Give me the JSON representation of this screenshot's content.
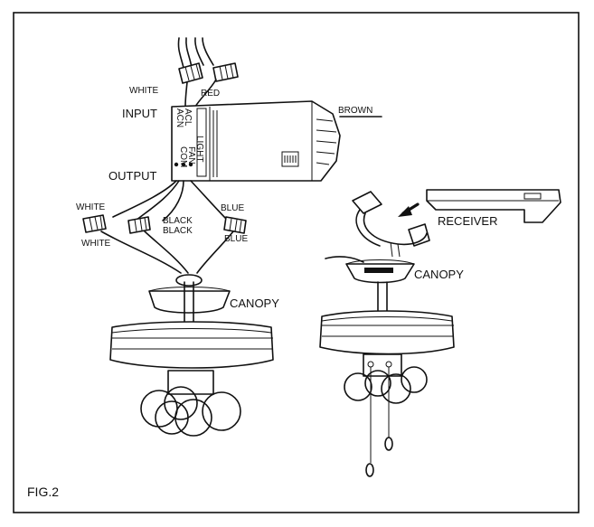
{
  "figure_label": "FIG.2",
  "left_assembly": {
    "input_label": "INPUT",
    "output_label": "OUTPUT",
    "terminals_input": [
      "ACL",
      "ACN"
    ],
    "terminals_output": [
      "LIGHT",
      "FAN",
      "COM"
    ],
    "wire_white_top": "WHITE",
    "wire_red": "RED",
    "wire_brown": "BROWN",
    "wire_white_1": "WHITE",
    "wire_white_2": "WHITE",
    "wire_black_1": "BLACK",
    "wire_black_2": "BLACK",
    "wire_blue_1": "BLUE",
    "wire_blue_2": "BLUE",
    "canopy_label": "CANOPY"
  },
  "right_assembly": {
    "receiver_label": "RECEIVER",
    "canopy_label": "CANOPY"
  }
}
